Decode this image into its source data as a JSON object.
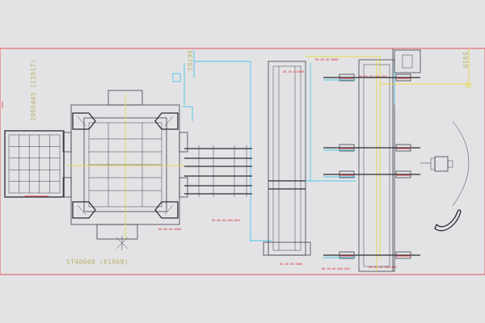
{
  "dimensions": {
    "left_vertical": "2905405 (12917)",
    "bottom": "ST40040 (61969)",
    "top_center": "56793",
    "right": "5919"
  },
  "callouts": {
    "c1": "00-00-00-0000",
    "c2": "00-00-0-0000",
    "c3": "00-00-00-0000",
    "c4": "00-00-00-000-000",
    "c5": "00-00-00-0000",
    "c6": "00-00-00-000-000",
    "c7": "00-00-00-000-000",
    "c8": "00-00-00-000-000"
  },
  "colors": {
    "background": "#e3e3e5",
    "frame": "#e0474c",
    "guide_cyan": "#4fc4e6",
    "guide_yellow": "#e7d94a",
    "linework": "#3b3f4a"
  }
}
